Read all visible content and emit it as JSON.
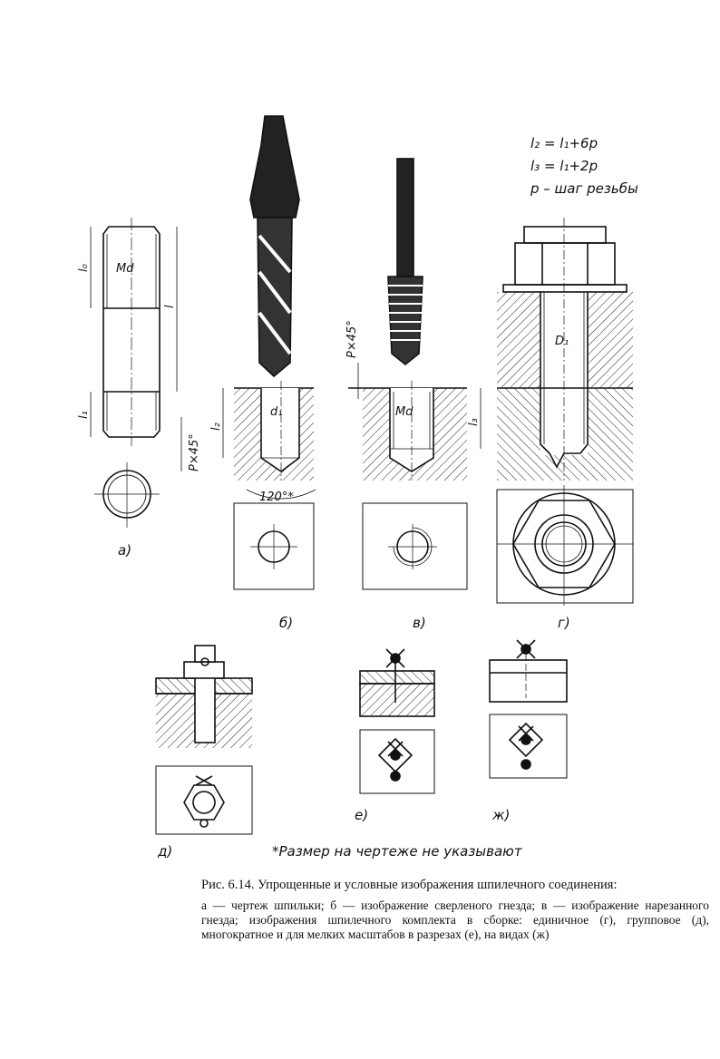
{
  "formulas": [
    "l₂ = l₁+6p",
    "l₃ = l₁+2p",
    "p – шаг резьбы"
  ],
  "dimension_labels": {
    "md": "Md",
    "l0": "l₀",
    "l": "l",
    "l1": "l₁",
    "chamfer": "P×45°",
    "d1": "d₁",
    "l2": "l₂",
    "angle": "120°*",
    "md_b": "Md",
    "l3": "l₃",
    "chamfer_b": "P×45°",
    "D1": "D₁"
  },
  "view_labels": {
    "a": "а)",
    "b": "б)",
    "v": "в)",
    "g": "г)",
    "d": "д)",
    "e": "е)",
    "zh": "ж)"
  },
  "footnote": "*Размер на чертеже не указывают",
  "caption": {
    "title": "Рис. 6.14. Упрощенные и условные изображения шпилечного соединения:",
    "body": "а — чертеж шпильки; б — изображение сверленого гнезда; в — изображение нарезанного гнезда; изображения шпилечного комплекта в сборке: единичное (г), групповое (д), многократное и для мелких масштабов в разрезах (е), на видах (ж)"
  }
}
